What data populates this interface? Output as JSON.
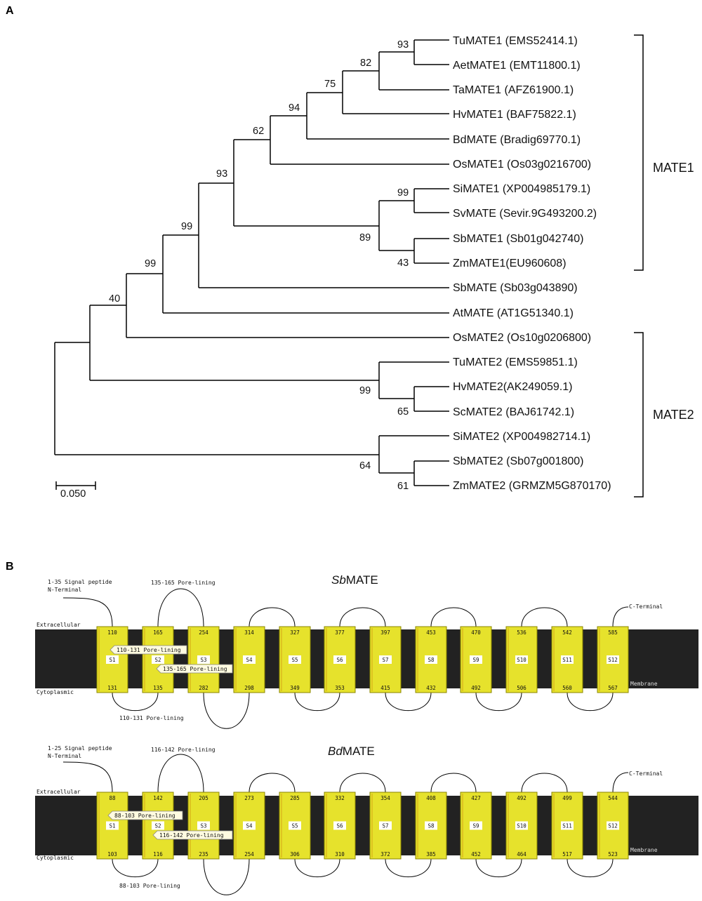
{
  "panel_a": {
    "label": "A",
    "leaves": [
      "TuMATE1 (EMS52414.1)",
      "AetMATE1 (EMT11800.1)",
      "TaMATE1 (AFZ61900.1)",
      "HvMATE1 (BAF75822.1)",
      "BdMATE (Bradig69770.1)",
      "OsMATE1 (Os03g0216700)",
      "SiMATE1 (XP004985179.1)",
      "SvMATE (Sevir.9G493200.2)",
      "SbMATE1 (Sb01g042740)",
      "ZmMATE1(EU960608)",
      "SbMATE (Sb03g043890)",
      "AtMATE (AT1G51340.1)",
      "OsMATE2 (Os10g0206800)",
      "TuMATE2 (EMS59851.1)",
      "HvMATE2(AK249059.1)",
      "ScMATE2 (BAJ61742.1)",
      "SiMATE2 (XP004982714.1)",
      "SbMATE2 (Sb07g001800)",
      "ZmMATE2 (GRMZM5G870170)"
    ],
    "bootstrap": [
      "93",
      "82",
      "75",
      "94",
      "62",
      "93",
      "99",
      "89",
      "43",
      "99",
      "99",
      "40",
      "99",
      "65",
      "64",
      "61"
    ],
    "clades": [
      "MATE1",
      "MATE2"
    ],
    "scale_bar": "0.050"
  },
  "panel_b": {
    "label": "B",
    "proteins": [
      {
        "title_italic": "Sb",
        "title_rest": "MATE",
        "signal": "1-35 Signal peptide",
        "n_term": "N-Terminal",
        "c_term": "C-Terminal",
        "extracellular": "Extracellular",
        "cytoplasmic": "Cytoplasmic",
        "membrane": "Membrane",
        "top_loop_label": "135-165 Pore-lining",
        "bottom_loop_label": "110-131 Pore-lining",
        "pore_label_1": "110-131 Pore-lining",
        "pore_label_2": "135-165 Pore-lining",
        "segments": [
          "S1",
          "S2",
          "S3",
          "S4",
          "S5",
          "S6",
          "S7",
          "S8",
          "S9",
          "S10",
          "S11",
          "S12"
        ],
        "top_nums": [
          "110",
          "165",
          "254",
          "314",
          "327",
          "377",
          "397",
          "453",
          "470",
          "536",
          "542",
          "585"
        ],
        "bottom_nums": [
          "131",
          "135",
          "282",
          "298",
          "349",
          "353",
          "415",
          "432",
          "492",
          "506",
          "560",
          "567"
        ]
      },
      {
        "title_italic": "Bd",
        "title_rest": "MATE",
        "signal": "1-25 Signal peptide",
        "n_term": "N-Terminal",
        "c_term": "C-Terminal",
        "extracellular": "Extracellular",
        "cytoplasmic": "Cytoplasmic",
        "membrane": "Membrane",
        "top_loop_label": "116-142 Pore-lining",
        "bottom_loop_label": "88-103 Pore-lining",
        "pore_label_1": "88-103 Pore-lining",
        "pore_label_2": "116-142 Pore-lining",
        "segments": [
          "S1",
          "S2",
          "S3",
          "S4",
          "S5",
          "S6",
          "S7",
          "S8",
          "S9",
          "S10",
          "S11",
          "S12"
        ],
        "top_nums": [
          "88",
          "142",
          "205",
          "273",
          "285",
          "332",
          "354",
          "408",
          "427",
          "492",
          "499",
          "544"
        ],
        "bottom_nums": [
          "103",
          "116",
          "235",
          "254",
          "306",
          "310",
          "372",
          "385",
          "452",
          "464",
          "517",
          "523"
        ]
      }
    ]
  },
  "colors": {
    "helix_fill": "#e6e22c",
    "helix_stroke": "#8a8400",
    "membrane": "#222222",
    "line": "#000000"
  }
}
